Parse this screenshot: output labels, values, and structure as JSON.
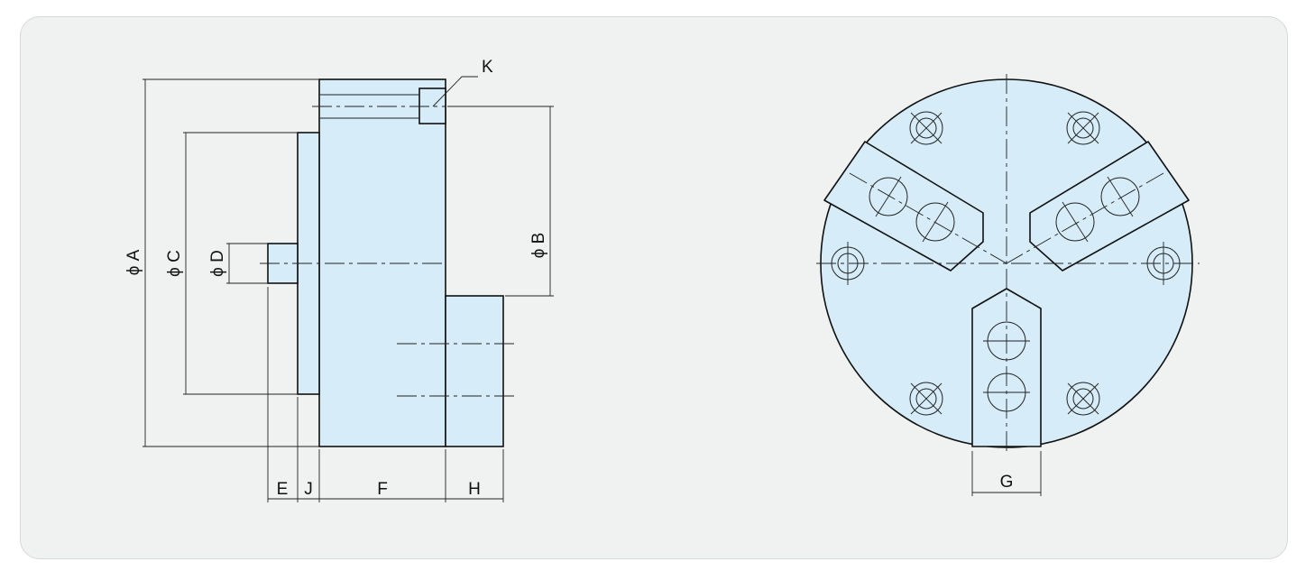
{
  "labels": {
    "A": "ϕ A",
    "B": "ϕ B",
    "C": "ϕ C",
    "D": "ϕ D",
    "E": "E",
    "F": "F",
    "G": "G",
    "H": "H",
    "J": "J",
    "K": "K"
  },
  "colors": {
    "panel_background": "#f0f1f1",
    "part_fill": "#d6ecf8",
    "line": "#111111"
  }
}
